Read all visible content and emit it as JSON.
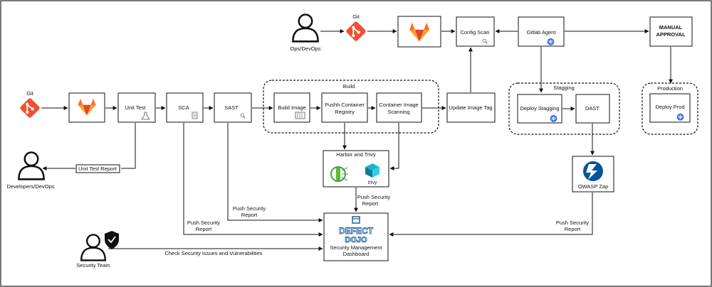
{
  "nodes": {
    "ops_user": "Ops/DevOps",
    "git_top": "Git",
    "config_scan": "Config Scan",
    "gitlab_agent": "Gitlab Agent",
    "manual_approval_1": "MANUAL",
    "manual_approval_2": "APPROVAL",
    "git_left": "Git",
    "unit_test": "Unit Test",
    "sca": "SCA",
    "sast": "SAST",
    "build_group": "Build",
    "build_image": "Build Image",
    "push_registry_1": "Pushh Container",
    "push_registry_2": "Registry",
    "container_scan_1": "Container Image",
    "container_scan_2": "Scanning",
    "update_image_tag": "Update Image Tag",
    "stagging_group": "Stagging",
    "deploy_stagging": "Deploy Stagging",
    "dast": "DAST",
    "production_group": "Production",
    "deploy_prod": "Deploy Prod",
    "harbor_trivy": "Harbor and Trivy",
    "trivy_logo": "trivy",
    "owasp_zap": "OWASP Zap",
    "unit_test_report": "Unit Test Report",
    "dev_user": "Developers/DevOps",
    "security_team": "Security Team",
    "defect_logo_1": "DEFECT",
    "defect_logo_2": "DOJO",
    "dashboard_1": "Security Management",
    "dashboard_2": "Dashboard"
  },
  "edge_labels": {
    "push_sec_sca_1": "Push Security",
    "push_sec_sca_2": "Report",
    "push_sec_sast_1": "Push Security",
    "push_sec_sast_2": "Report",
    "push_sec_harbor_1": "Push Security",
    "push_sec_harbor_2": "Report",
    "push_sec_zap_1": "Push Security",
    "push_sec_zap_2": "Report",
    "check_security": "Check Security Issues and Vulnerabilities"
  },
  "colors": {
    "gitlab_orange": "#e2432a",
    "gitlab_light": "#fc6d26",
    "gitlab_yellow": "#fca326",
    "git_red": "#f05033",
    "k8s_blue": "#326ce5",
    "dojo_blue": "#1f5f9e",
    "zap_blue": "#00549e",
    "trivy_teal": "#1904da"
  }
}
